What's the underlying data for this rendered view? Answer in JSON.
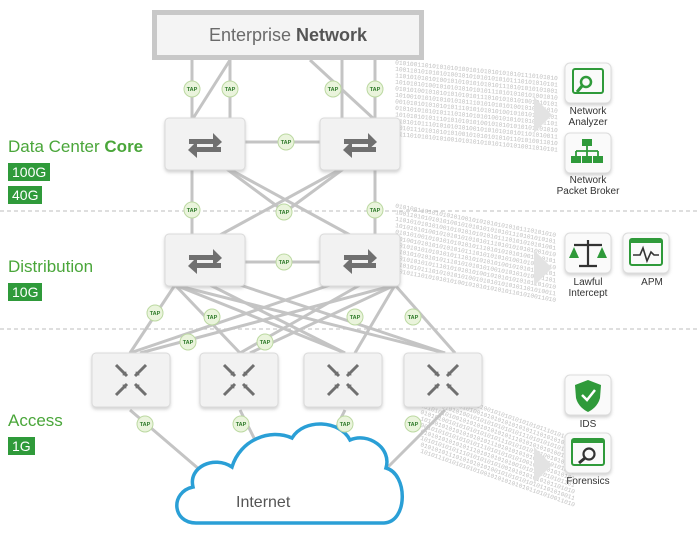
{
  "title": {
    "prefix": "Enterprise",
    "strong": "Network"
  },
  "tiers": {
    "core": {
      "prefix": "Data Center",
      "strong": "Core",
      "speeds": [
        "100G",
        "40G"
      ]
    },
    "distribution": {
      "label": "Distribution",
      "speeds": [
        "10G"
      ]
    },
    "access": {
      "label": "Access",
      "speeds": [
        "1G"
      ]
    }
  },
  "tap_label": "TAP",
  "internet_label": "Internet",
  "tools": [
    {
      "lines": [
        "Network",
        "Analyzer"
      ],
      "icon": "magnifier-icon"
    },
    {
      "lines": [
        "Network",
        "Packet Broker"
      ],
      "icon": "hierarchy-icon"
    },
    {
      "lines": [
        "Lawful",
        "Intercept"
      ],
      "icon": "scales-icon"
    },
    {
      "lines": [
        "APM"
      ],
      "icon": "pulse-monitor-icon"
    },
    {
      "lines": [
        "IDS"
      ],
      "icon": "shield-check-icon"
    },
    {
      "lines": [
        "Forensics"
      ],
      "icon": "magnifier-window-icon"
    }
  ],
  "binary_stream": "010100110101010101001010101010101011101010101010010101010101011010100110101010101001010101010101011101010101010010101010",
  "colors": {
    "accent": "#2f9a3a",
    "cloud": "#2a9fd6",
    "line": "#c4c4c4",
    "device": "#f2f2f2",
    "tap": "#eaf4dc"
  }
}
